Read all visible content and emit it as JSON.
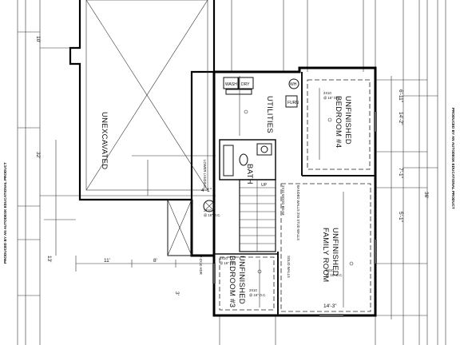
{
  "watermark_left": "PRODUCED BY AN AUTODESK EDUCATIONAL PRODUCT",
  "watermark_right": "PRODUCED BY AN AUTODESK EDUCATIONAL PRODUCT",
  "rooms": {
    "unexcavated": "UNEXCAVATED",
    "utilities": "UTILITIES",
    "bath": "BATH",
    "bedroom4_line1": "UNFINISHED",
    "bedroom4_line2": "BEDROOM #4",
    "family_line1": "UNFINISHED",
    "family_line2": "FAMILY ROOM",
    "bedroom3_line1": "UNFINISHED",
    "bedroom3_line2": "BEDROOM #3"
  },
  "labels": {
    "wash": "WASH",
    "dry": "DRY",
    "furn": "FURN",
    "wh": "WH",
    "up": "UP",
    "joist_2x10_a": "2X10",
    "joist_oc_a": "@ 16\" O.C.",
    "joist_2x10_b": "2X10",
    "joist_oc_b": "@ 16\" O.C.",
    "joist_2x10_c": "2X10",
    "joist_oc_c": "@ 16\" O.C.",
    "joist_2x10_d": "2X10",
    "joist_oc_d": "@ 16\" O.C.",
    "joist_2x10_e": "2X10",
    "joist_oc_e": "@ 16\" O.C.",
    "dim_14_3": "14'-3\"",
    "dim_11": "11'",
    "dim_8": "8'",
    "dim_32": "32'",
    "dim_36": "36'",
    "dim_10": "10'",
    "dim_13": "13'",
    "dim_3": "3'",
    "dim_4_1": "4'-1\"",
    "dim_5_1": "5'-1\"",
    "dim_7_1": "7'-1\"",
    "dim_6_11": "6'-11\"",
    "dim_14_2": "14'-2\"",
    "note_walls": "BANDED WALLS 2X6 STUD WALLS",
    "note_beam": "SOLID WALLS",
    "note_fdn": "2X10 WOOD BEAM",
    "note_stairs": "LOWER LANDING",
    "note_lintel": "2-2X10 HDR"
  }
}
